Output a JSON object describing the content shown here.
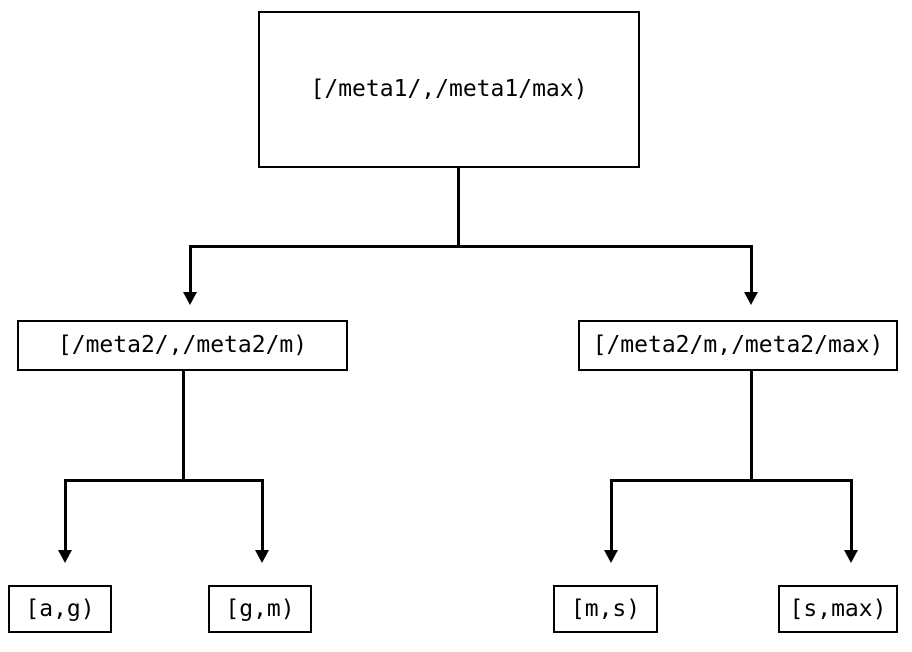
{
  "diagram": {
    "type": "binary-interval-tree",
    "background_color": "#ffffff",
    "line_color": "#000000",
    "text_color": "#000000",
    "nodes": {
      "root": {
        "label": "[/meta1/,/meta1/max)",
        "level": 0
      },
      "mid_left": {
        "label": "[/meta2/,/meta2/m)",
        "level": 1
      },
      "mid_right": {
        "label": "[/meta2/m,/meta2/max)",
        "level": 1
      },
      "leaf_1": {
        "label": "[a,g)",
        "level": 2
      },
      "leaf_2": {
        "label": "[g,m)",
        "level": 2
      },
      "leaf_3": {
        "label": "[m,s)",
        "level": 2
      },
      "leaf_4": {
        "label": "[s,max)",
        "level": 2
      }
    },
    "edges": [
      {
        "from": "root",
        "to": "mid_left",
        "arrow": "down"
      },
      {
        "from": "root",
        "to": "mid_right",
        "arrow": "down"
      },
      {
        "from": "mid_left",
        "to": "leaf_1",
        "arrow": "down"
      },
      {
        "from": "mid_left",
        "to": "leaf_2",
        "arrow": "down"
      },
      {
        "from": "mid_right",
        "to": "leaf_3",
        "arrow": "down"
      },
      {
        "from": "mid_right",
        "to": "leaf_4",
        "arrow": "down"
      }
    ]
  }
}
